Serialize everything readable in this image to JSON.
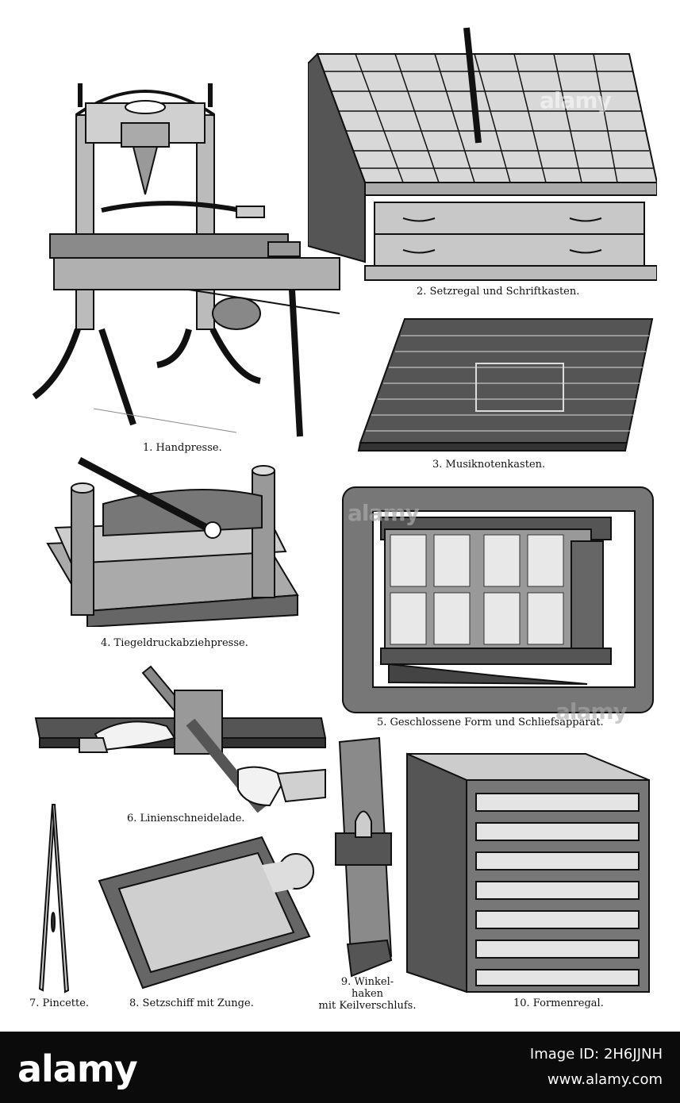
{
  "figures": [
    {
      "id": "handpresse",
      "caption": "1. Handpresse."
    },
    {
      "id": "setzregal",
      "caption": "2. Setzregal und Schriftkasten."
    },
    {
      "id": "musiknotenkasten",
      "caption": "3. Musiknotenkasten."
    },
    {
      "id": "tiegeldruck",
      "caption": "4. Tiegeldruckabziehpresse."
    },
    {
      "id": "form",
      "caption": "5. Geschlossene Form und Schliefsapparat."
    },
    {
      "id": "linienschneidelade",
      "caption": "6. Linienschneidelade."
    },
    {
      "id": "pincette",
      "caption": "7. Pincette."
    },
    {
      "id": "setzschiff",
      "caption": "8. Setzschiff mit Zunge."
    },
    {
      "id": "winkelhaken",
      "caption": "9. Winkel-\nhaken\nmit Keilverschlufs."
    },
    {
      "id": "formenregal",
      "caption": "10. Formenregal."
    }
  ],
  "watermark_text": "alamy",
  "footer": {
    "brand": "alamy",
    "image_id": "Image ID: 2H6JJNH",
    "url": "www.alamy.com"
  },
  "colors": {
    "ink": "#111111",
    "paper": "#ffffff",
    "footer": "#0b0b0b"
  }
}
